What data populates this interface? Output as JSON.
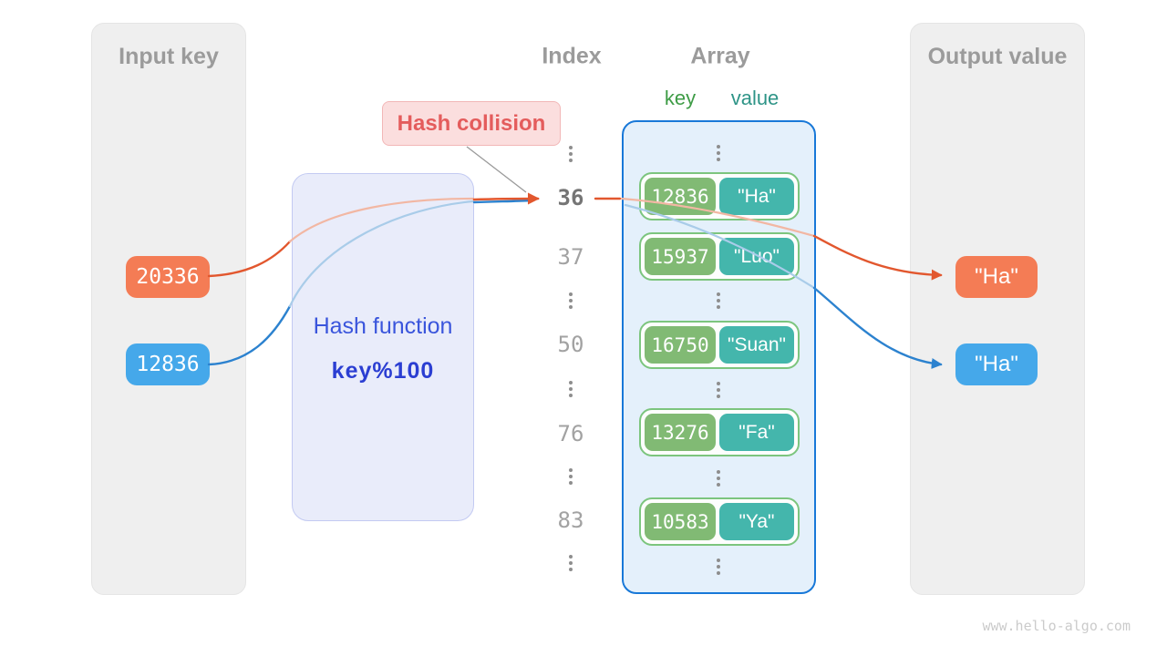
{
  "panels": {
    "input": {
      "title": "Input key"
    },
    "output": {
      "title": "Output value"
    }
  },
  "input_keys": [
    {
      "label": "20336",
      "color": "#F47C55"
    },
    {
      "label": "12836",
      "color": "#45A8EA"
    }
  ],
  "hash_function": {
    "label": "Hash function",
    "formula": "key%100"
  },
  "collision": {
    "label": "Hash collision"
  },
  "index_column": {
    "title": "Index",
    "labels": [
      "36",
      "37",
      "50",
      "76",
      "83"
    ],
    "highlighted": "36"
  },
  "array": {
    "title": "Array",
    "key_header": "key",
    "value_header": "value",
    "rows": [
      {
        "key": "12836",
        "value": "\"Ha\""
      },
      {
        "key": "15937",
        "value": "\"Luo\""
      },
      {
        "key": "16750",
        "value": "\"Suan\""
      },
      {
        "key": "13276",
        "value": "\"Fa\""
      },
      {
        "key": "10583",
        "value": "\"Ya\""
      }
    ]
  },
  "output_values": [
    {
      "label": "\"Ha\"",
      "color": "#F47C55"
    },
    {
      "label": "\"Ha\"",
      "color": "#45A8EA"
    }
  ],
  "watermark": "www.hello-algo.com",
  "colors": {
    "arrow_orange": "#E2572E",
    "arrow_orange_faded": "#F2B7A3",
    "arrow_blue": "#2C82CF",
    "arrow_blue_faded": "#A9CCE9",
    "array_border": "#1878D8",
    "key_chip": "#81BA74",
    "value_chip": "#44B6AC",
    "hash_box_bg": "#E9ECFA",
    "hash_text": "#3A55DC",
    "collision_bg": "#FBDEDE",
    "collision_text": "#E45C5C",
    "panel_bg": "#EFEFEF",
    "heading_gray": "#9B9B9B"
  }
}
